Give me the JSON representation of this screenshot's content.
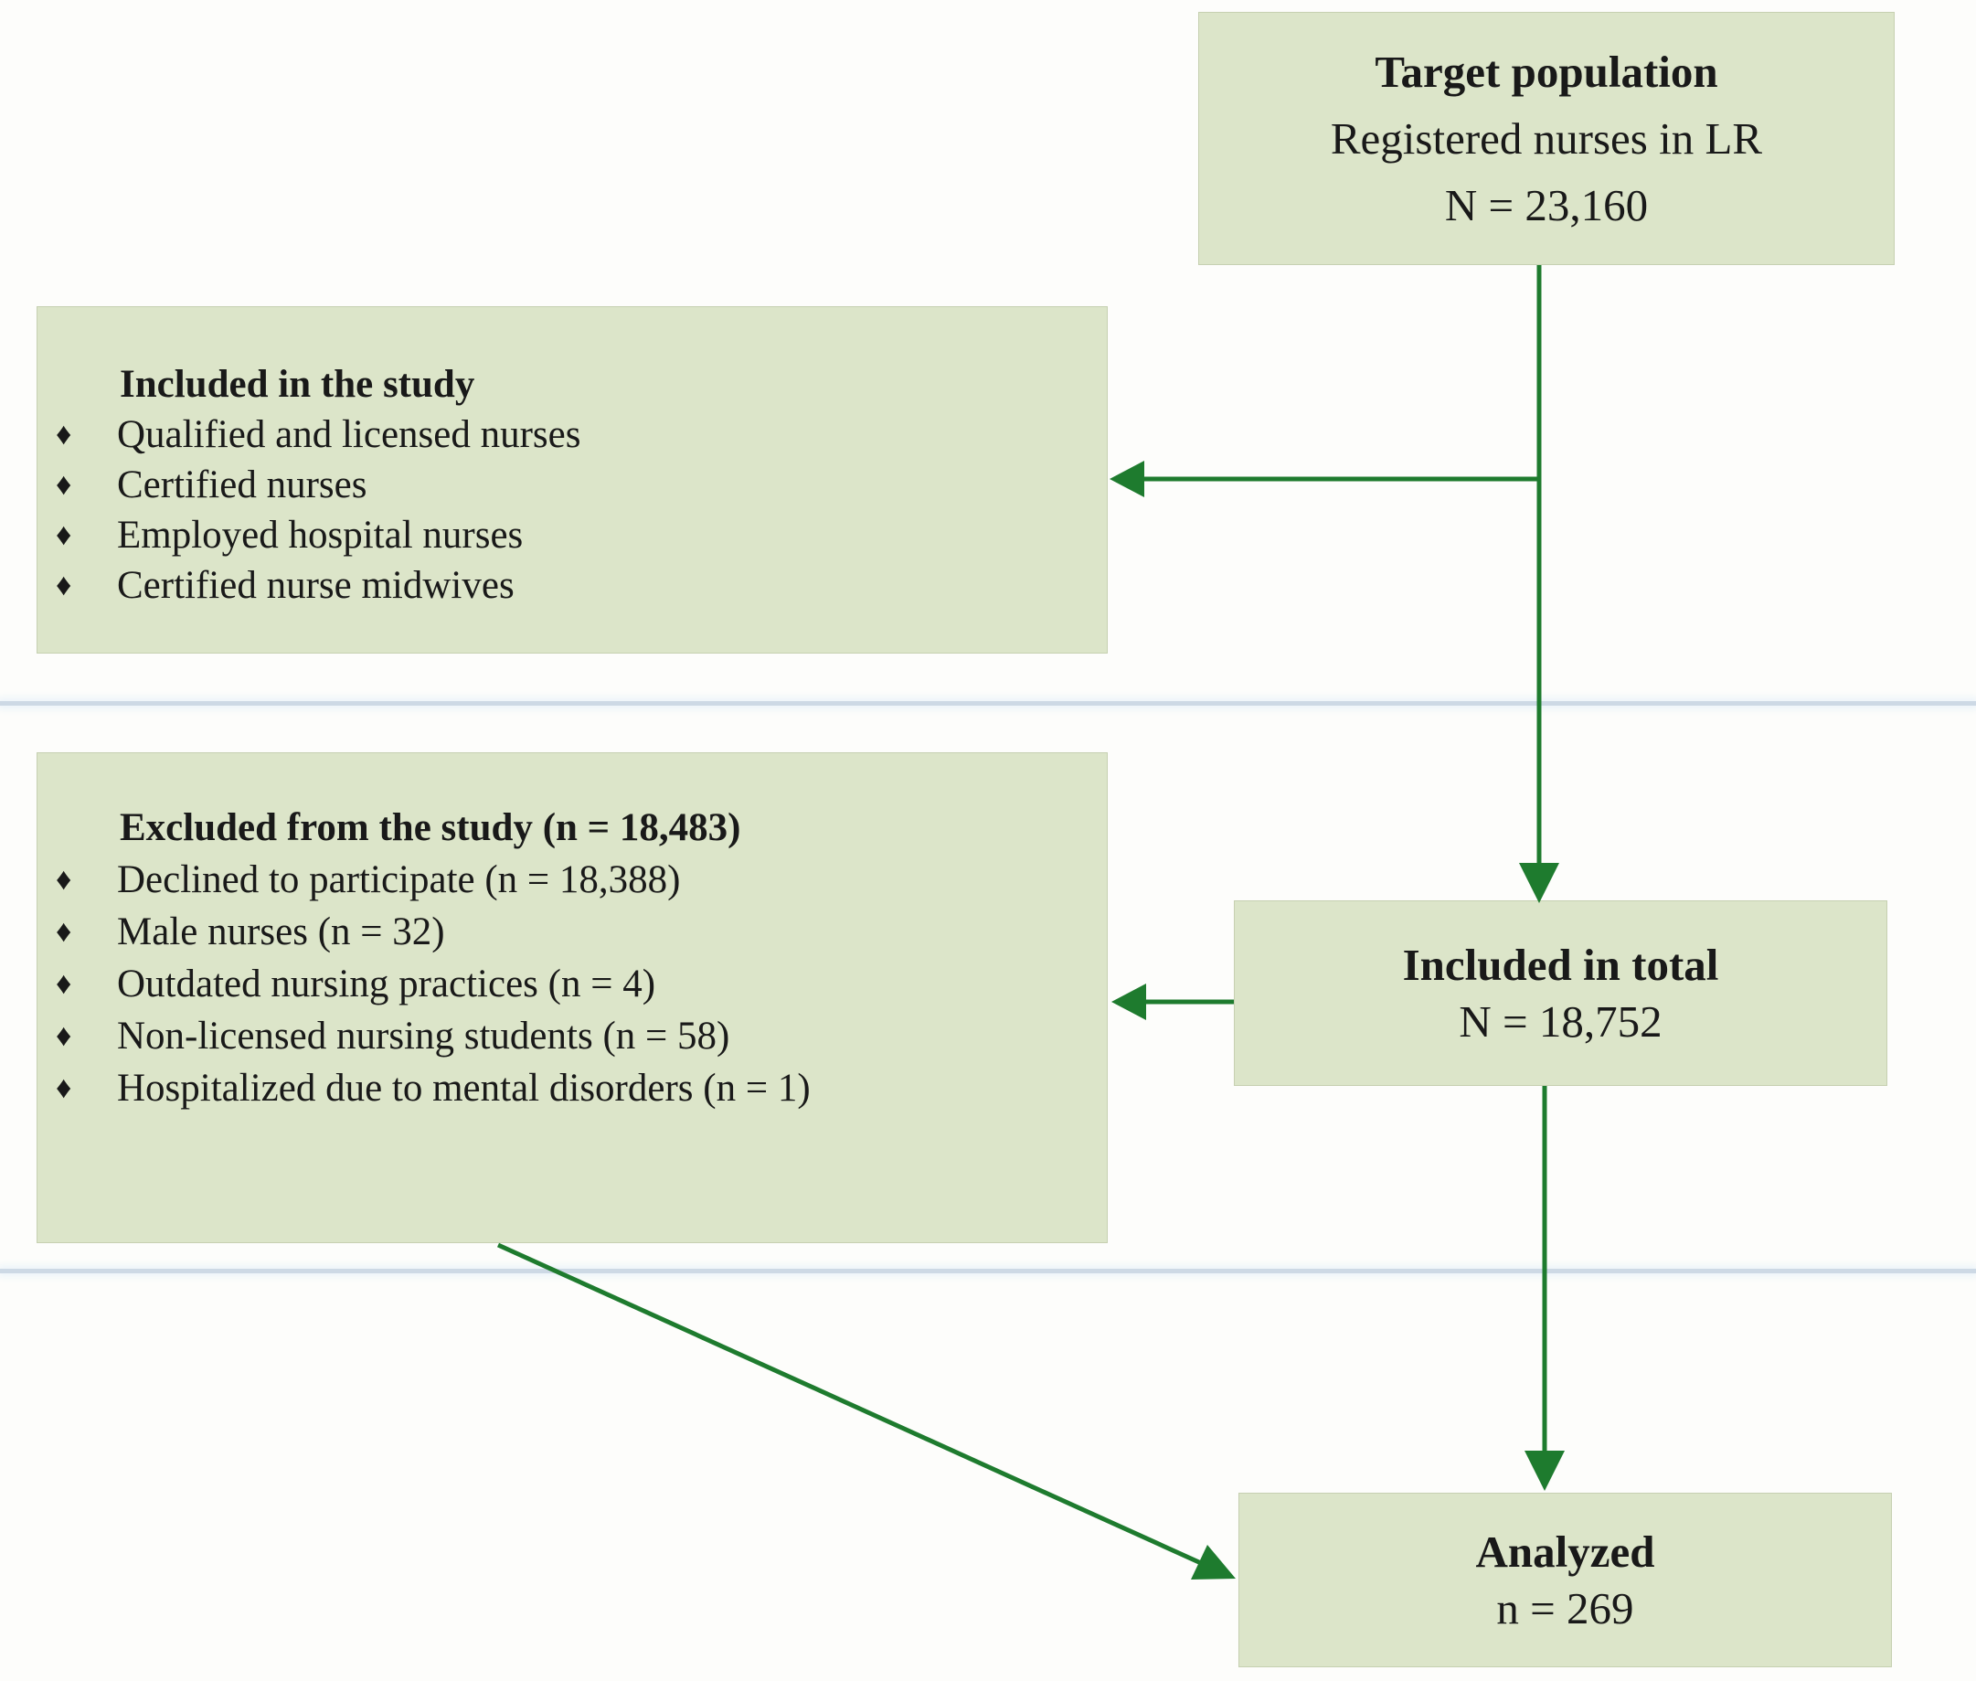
{
  "diagram": {
    "type": "study-flowchart",
    "boxes": {
      "target": {
        "title": "Target population",
        "line2": "Registered nurses in LR",
        "line3": "N = 23,160"
      },
      "included": {
        "title": "Included in the study",
        "items": [
          "Qualified and licensed nurses",
          "Certified nurses",
          "Employed hospital nurses",
          "Certified nurse midwives"
        ]
      },
      "excluded": {
        "title": "Excluded from the study (n = 18,483)",
        "items": [
          "Declined to participate (n = 18,388)",
          "Male nurses (n = 32)",
          "Outdated nursing practices (n = 4)",
          "Non-licensed nursing students (n = 58)",
          "Hospitalized due to mental disorders (n = 1)"
        ]
      },
      "total": {
        "title": "Included in total",
        "line2": "N = 18,752"
      },
      "analyzed": {
        "title": "Analyzed",
        "line2": "n = 269"
      }
    },
    "arrows": [
      {
        "from": "target-population",
        "to": "included-in-total",
        "direction": "down"
      },
      {
        "from": "target-population",
        "to": "included-in-the-study",
        "direction": "left"
      },
      {
        "from": "included-in-total",
        "to": "excluded-from-the-study",
        "direction": "left"
      },
      {
        "from": "included-in-total",
        "to": "analyzed",
        "direction": "down"
      },
      {
        "from": "excluded-from-the-study",
        "to": "analyzed",
        "direction": "diagonal-down-right"
      }
    ],
    "glyphs": {
      "bullet": "♦"
    },
    "colors": {
      "box_fill": "#dce5c9",
      "arrow_green": "#1e7b2e",
      "divider_blue": "#cdd9e5",
      "text": "#191919",
      "background": "#fdfdfb"
    }
  }
}
